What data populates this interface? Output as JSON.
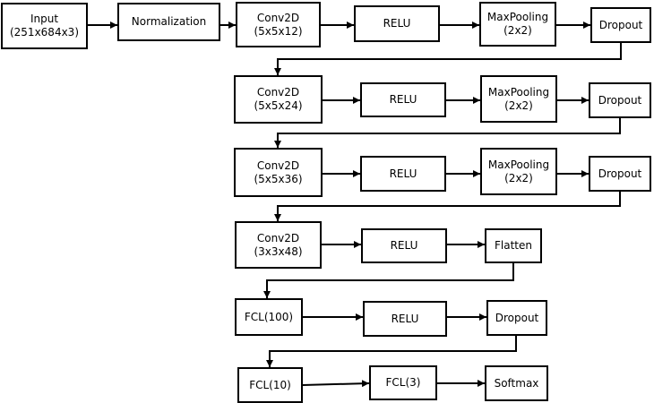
{
  "diagram": {
    "type": "cnn-architecture-flowchart",
    "colors": {
      "stroke": "#000000",
      "fill": "#ffffff",
      "text": "#000000"
    },
    "rows": [
      {
        "nodes": [
          {
            "id": "input",
            "line1": "Input",
            "line2": "(251x684x3)"
          },
          {
            "id": "normalization",
            "line1": "Normalization",
            "line2": ""
          },
          {
            "id": "conv1",
            "line1": "Conv2D",
            "line2": "(5x5x12)"
          },
          {
            "id": "relu1",
            "line1": "RELU",
            "line2": ""
          },
          {
            "id": "pool1",
            "line1": "MaxPooling",
            "line2": "(2x2)"
          },
          {
            "id": "drop1",
            "line1": "Dropout",
            "line2": ""
          }
        ]
      },
      {
        "nodes": [
          {
            "id": "conv2",
            "line1": "Conv2D",
            "line2": "(5x5x24)"
          },
          {
            "id": "relu2",
            "line1": "RELU",
            "line2": ""
          },
          {
            "id": "pool2",
            "line1": "MaxPooling",
            "line2": "(2x2)"
          },
          {
            "id": "drop2",
            "line1": "Dropout",
            "line2": ""
          }
        ]
      },
      {
        "nodes": [
          {
            "id": "conv3",
            "line1": "Conv2D",
            "line2": "(5x5x36)"
          },
          {
            "id": "relu3",
            "line1": "RELU",
            "line2": ""
          },
          {
            "id": "pool3",
            "line1": "MaxPooling",
            "line2": "(2x2)"
          },
          {
            "id": "drop3",
            "line1": "Dropout",
            "line2": ""
          }
        ]
      },
      {
        "nodes": [
          {
            "id": "conv4",
            "line1": "Conv2D",
            "line2": "(3x3x48)"
          },
          {
            "id": "relu4",
            "line1": "RELU",
            "line2": ""
          },
          {
            "id": "flatten",
            "line1": "Flatten",
            "line2": ""
          }
        ]
      },
      {
        "nodes": [
          {
            "id": "fcl100",
            "line1": "FCL(100)",
            "line2": ""
          },
          {
            "id": "relu5",
            "line1": "RELU",
            "line2": ""
          },
          {
            "id": "drop4",
            "line1": "Dropout",
            "line2": ""
          }
        ]
      },
      {
        "nodes": [
          {
            "id": "fcl10",
            "line1": "FCL(10)",
            "line2": ""
          },
          {
            "id": "fcl3",
            "line1": "FCL(3)",
            "line2": ""
          },
          {
            "id": "softmax",
            "line1": "Softmax",
            "line2": ""
          }
        ]
      }
    ]
  }
}
